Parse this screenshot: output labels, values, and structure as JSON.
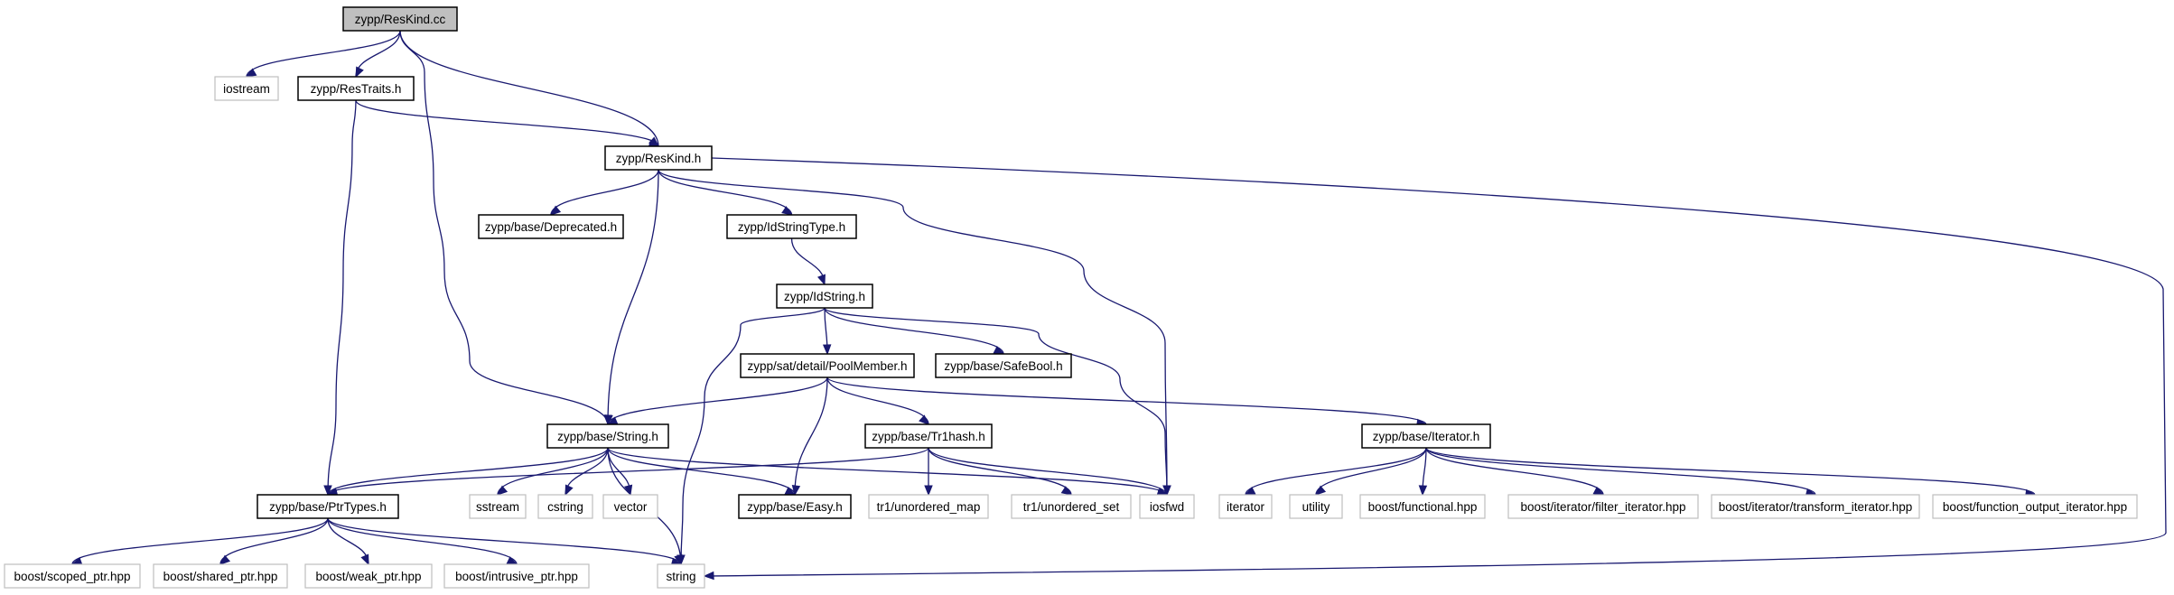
{
  "graph": {
    "nodes": [
      {
        "id": "reskind_cc",
        "label": "zypp/ResKind.cc",
        "style": "root"
      },
      {
        "id": "iostream",
        "label": "iostream",
        "style": "nodoc"
      },
      {
        "id": "restraits_h",
        "label": "zypp/ResTraits.h",
        "style": "doc"
      },
      {
        "id": "reskind_h",
        "label": "zypp/ResKind.h",
        "style": "doc"
      },
      {
        "id": "deprecated_h",
        "label": "zypp/base/Deprecated.h",
        "style": "doc"
      },
      {
        "id": "idstringtype_h",
        "label": "zypp/IdStringType.h",
        "style": "doc"
      },
      {
        "id": "idstring_h",
        "label": "zypp/IdString.h",
        "style": "doc"
      },
      {
        "id": "poolmember_h",
        "label": "zypp/sat/detail/PoolMember.h",
        "style": "doc"
      },
      {
        "id": "safebool_h",
        "label": "zypp/base/SafeBool.h",
        "style": "doc"
      },
      {
        "id": "string_h",
        "label": "zypp/base/String.h",
        "style": "doc"
      },
      {
        "id": "tr1hash_h",
        "label": "zypp/base/Tr1hash.h",
        "style": "doc"
      },
      {
        "id": "iterator_h",
        "label": "zypp/base/Iterator.h",
        "style": "doc"
      },
      {
        "id": "ptrtypes_h",
        "label": "zypp/base/PtrTypes.h",
        "style": "doc"
      },
      {
        "id": "sstream",
        "label": "sstream",
        "style": "nodoc"
      },
      {
        "id": "cstring",
        "label": "cstring",
        "style": "nodoc"
      },
      {
        "id": "vector",
        "label": "vector",
        "style": "nodoc"
      },
      {
        "id": "easy_h",
        "label": "zypp/base/Easy.h",
        "style": "doc"
      },
      {
        "id": "tr1_unordered_map",
        "label": "tr1/unordered_map",
        "style": "nodoc"
      },
      {
        "id": "tr1_unordered_set",
        "label": "tr1/unordered_set",
        "style": "nodoc"
      },
      {
        "id": "iosfwd",
        "label": "iosfwd",
        "style": "nodoc"
      },
      {
        "id": "iterator",
        "label": "iterator",
        "style": "nodoc"
      },
      {
        "id": "utility",
        "label": "utility",
        "style": "nodoc"
      },
      {
        "id": "boost_functional",
        "label": "boost/functional.hpp",
        "style": "nodoc"
      },
      {
        "id": "boost_filter_iterator",
        "label": "boost/iterator/filter_iterator.hpp",
        "style": "nodoc"
      },
      {
        "id": "boost_transform_iterator",
        "label": "boost/iterator/transform_iterator.hpp",
        "style": "nodoc"
      },
      {
        "id": "boost_function_output_iterator",
        "label": "boost/function_output_iterator.hpp",
        "style": "nodoc"
      },
      {
        "id": "boost_scoped_ptr",
        "label": "boost/scoped_ptr.hpp",
        "style": "nodoc"
      },
      {
        "id": "boost_shared_ptr",
        "label": "boost/shared_ptr.hpp",
        "style": "nodoc"
      },
      {
        "id": "boost_weak_ptr",
        "label": "boost/weak_ptr.hpp",
        "style": "nodoc"
      },
      {
        "id": "boost_intrusive_ptr",
        "label": "boost/intrusive_ptr.hpp",
        "style": "nodoc"
      },
      {
        "id": "string",
        "label": "string",
        "style": "nodoc"
      }
    ],
    "edges": [
      [
        "reskind_cc",
        "iostream"
      ],
      [
        "reskind_cc",
        "restraits_h"
      ],
      [
        "reskind_cc",
        "reskind_h"
      ],
      [
        "reskind_cc",
        "string_h"
      ],
      [
        "restraits_h",
        "reskind_h"
      ],
      [
        "restraits_h",
        "ptrtypes_h"
      ],
      [
        "reskind_h",
        "deprecated_h"
      ],
      [
        "reskind_h",
        "idstringtype_h"
      ],
      [
        "reskind_h",
        "string_h"
      ],
      [
        "reskind_h",
        "iosfwd"
      ],
      [
        "reskind_h",
        "string"
      ],
      [
        "idstringtype_h",
        "idstring_h"
      ],
      [
        "idstring_h",
        "poolmember_h"
      ],
      [
        "idstring_h",
        "safebool_h"
      ],
      [
        "idstring_h",
        "string"
      ],
      [
        "idstring_h",
        "iosfwd"
      ],
      [
        "poolmember_h",
        "string_h"
      ],
      [
        "poolmember_h",
        "easy_h"
      ],
      [
        "poolmember_h",
        "tr1hash_h"
      ],
      [
        "poolmember_h",
        "iterator_h"
      ],
      [
        "string_h",
        "ptrtypes_h"
      ],
      [
        "string_h",
        "sstream"
      ],
      [
        "string_h",
        "cstring"
      ],
      [
        "string_h",
        "vector"
      ],
      [
        "string_h",
        "string"
      ],
      [
        "string_h",
        "easy_h"
      ],
      [
        "string_h",
        "iosfwd"
      ],
      [
        "tr1hash_h",
        "ptrtypes_h"
      ],
      [
        "tr1hash_h",
        "tr1_unordered_map"
      ],
      [
        "tr1hash_h",
        "tr1_unordered_set"
      ],
      [
        "tr1hash_h",
        "iosfwd"
      ],
      [
        "iterator_h",
        "iterator"
      ],
      [
        "iterator_h",
        "utility"
      ],
      [
        "iterator_h",
        "boost_functional"
      ],
      [
        "iterator_h",
        "boost_filter_iterator"
      ],
      [
        "iterator_h",
        "boost_transform_iterator"
      ],
      [
        "iterator_h",
        "boost_function_output_iterator"
      ],
      [
        "ptrtypes_h",
        "boost_scoped_ptr"
      ],
      [
        "ptrtypes_h",
        "boost_shared_ptr"
      ],
      [
        "ptrtypes_h",
        "boost_weak_ptr"
      ],
      [
        "ptrtypes_h",
        "boost_intrusive_ptr"
      ],
      [
        "ptrtypes_h",
        "string"
      ]
    ],
    "colors": {
      "edge": "#191970",
      "root_fill": "#bfbfbf",
      "doc_border": "#000000",
      "nodoc_border": "#bfbfbf"
    }
  }
}
